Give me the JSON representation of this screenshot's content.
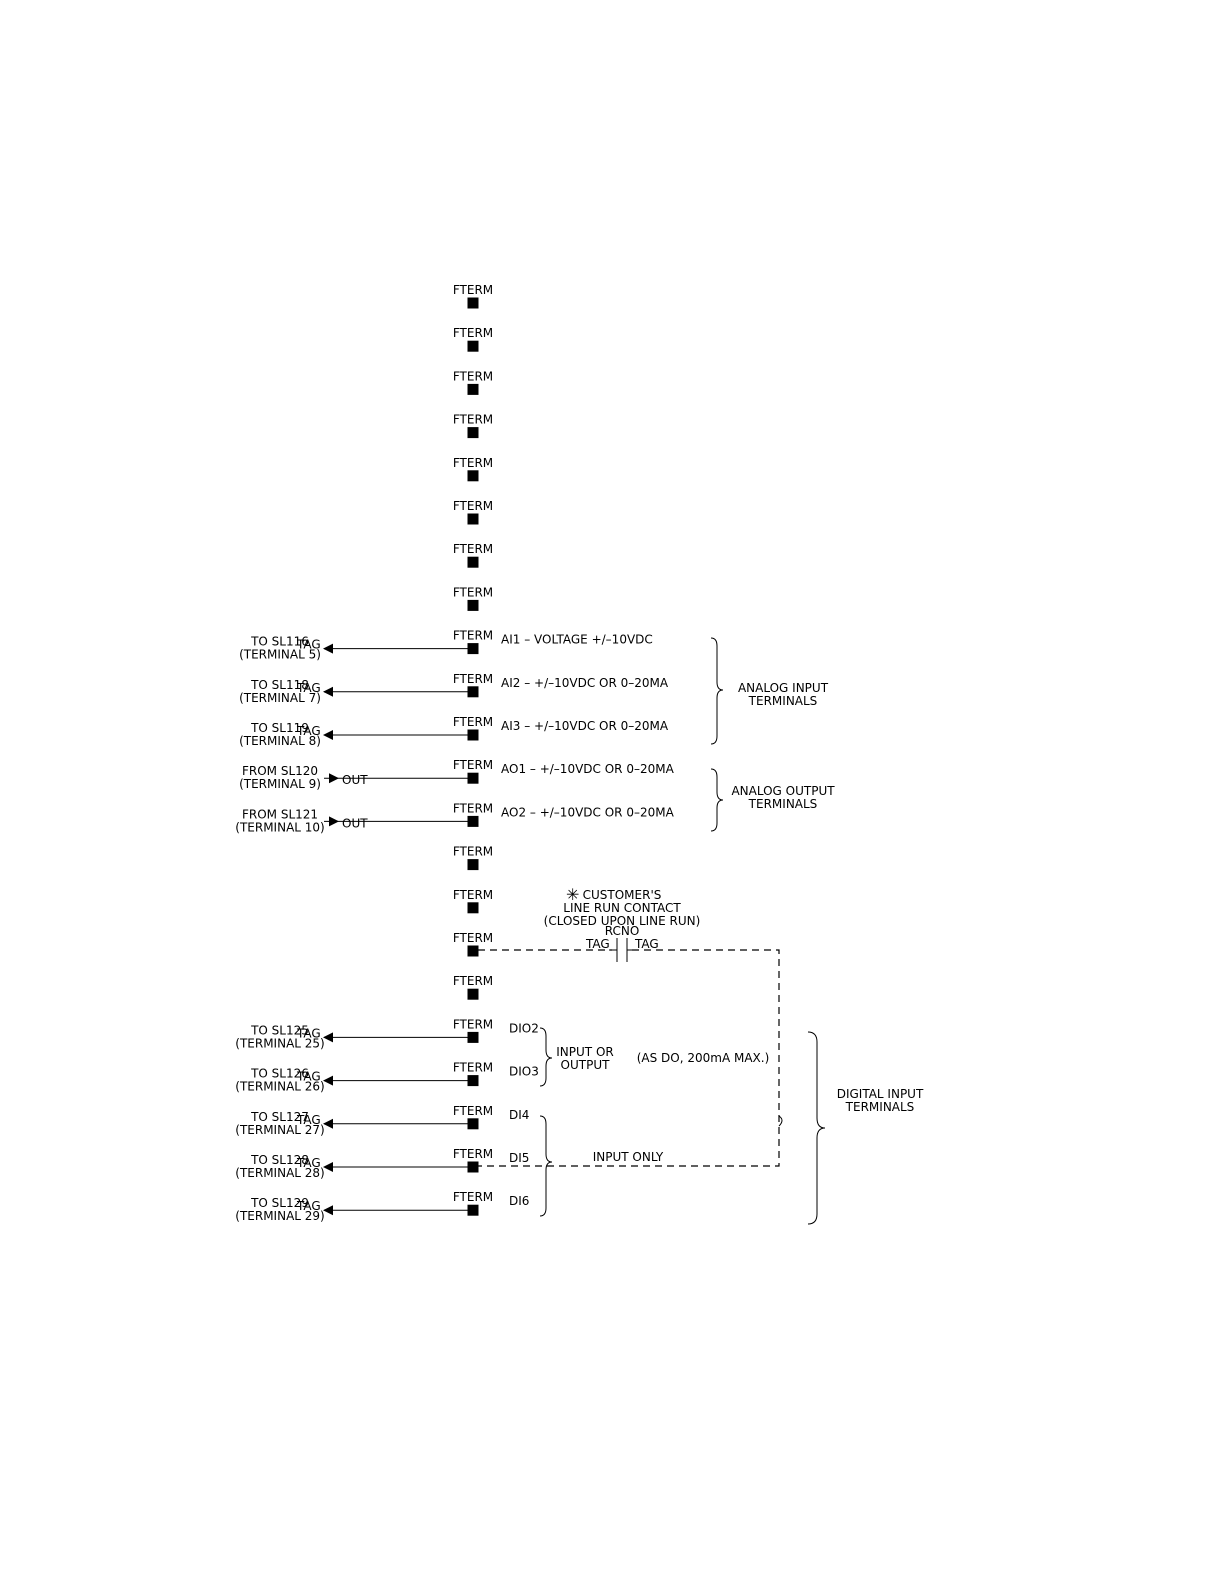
{
  "terminal_label": "FTERM",
  "terminal_count": 22,
  "tag_label": "TAG",
  "out_label": "OUT",
  "connections": [
    {
      "terminal": 9,
      "direction": "to",
      "line1": "TO SL116",
      "line2": "(TERMINAL 5)"
    },
    {
      "terminal": 10,
      "direction": "to",
      "line1": "TO SL118",
      "line2": "(TERMINAL 7)"
    },
    {
      "terminal": 11,
      "direction": "to",
      "line1": "TO SL119",
      "line2": "(TERMINAL 8)"
    },
    {
      "terminal": 12,
      "direction": "from",
      "line1": "FROM SL120",
      "line2": "(TERMINAL 9)"
    },
    {
      "terminal": 13,
      "direction": "from",
      "line1": "FROM SL121",
      "line2": "(TERMINAL 10)"
    },
    {
      "terminal": 18,
      "direction": "to",
      "line1": "TO SL125",
      "line2": "(TERMINAL 25)"
    },
    {
      "terminal": 19,
      "direction": "to",
      "line1": "TO SL126",
      "line2": "(TERMINAL 26)"
    },
    {
      "terminal": 20,
      "direction": "to",
      "line1": "TO SL127",
      "line2": "(TERMINAL 27)"
    },
    {
      "terminal": 21,
      "direction": "to",
      "line1": "TO SL128",
      "line2": "(TERMINAL 28)"
    },
    {
      "terminal": 22,
      "direction": "to",
      "line1": "TO SL129",
      "line2": "(TERMINAL 29)"
    }
  ],
  "signals": [
    {
      "terminal": 9,
      "text": "AI1 – VOLTAGE +/–10VDC"
    },
    {
      "terminal": 10,
      "text": "AI2 – +/–10VDC OR 0–20MA"
    },
    {
      "terminal": 11,
      "text": "AI3 – +/–10VDC OR 0–20MA"
    },
    {
      "terminal": 12,
      "text": "AO1 – +/–10VDC OR 0–20MA"
    },
    {
      "terminal": 13,
      "text": "AO2 – +/–10VDC OR 0–20MA"
    },
    {
      "terminal": 18,
      "text": "DIO2"
    },
    {
      "terminal": 19,
      "text": "DIO3"
    },
    {
      "terminal": 20,
      "text": "DI4"
    },
    {
      "terminal": 21,
      "text": "DI5"
    },
    {
      "terminal": 22,
      "text": "DI6"
    }
  ],
  "groups": {
    "analog_input": {
      "line1": "ANALOG INPUT",
      "line2": "TERMINALS"
    },
    "analog_output": {
      "line1": "ANALOG OUTPUT",
      "line2": "TERMINALS"
    },
    "io": {
      "line1": "INPUT OR",
      "line2": "OUTPUT"
    },
    "input_only": "INPUT ONLY",
    "do_note": "(AS DO, 200mA MAX.)",
    "digital_input": {
      "line1": "DIGITAL INPUT",
      "line2": "TERMINALS"
    }
  },
  "contact": {
    "star": "✳",
    "line1": "CUSTOMER'S",
    "line2": "LINE RUN CONTACT",
    "line3": "(CLOSED UPON LINE RUN)",
    "name": "RCNO",
    "left_tag": "TAG",
    "right_tag": "TAG"
  }
}
